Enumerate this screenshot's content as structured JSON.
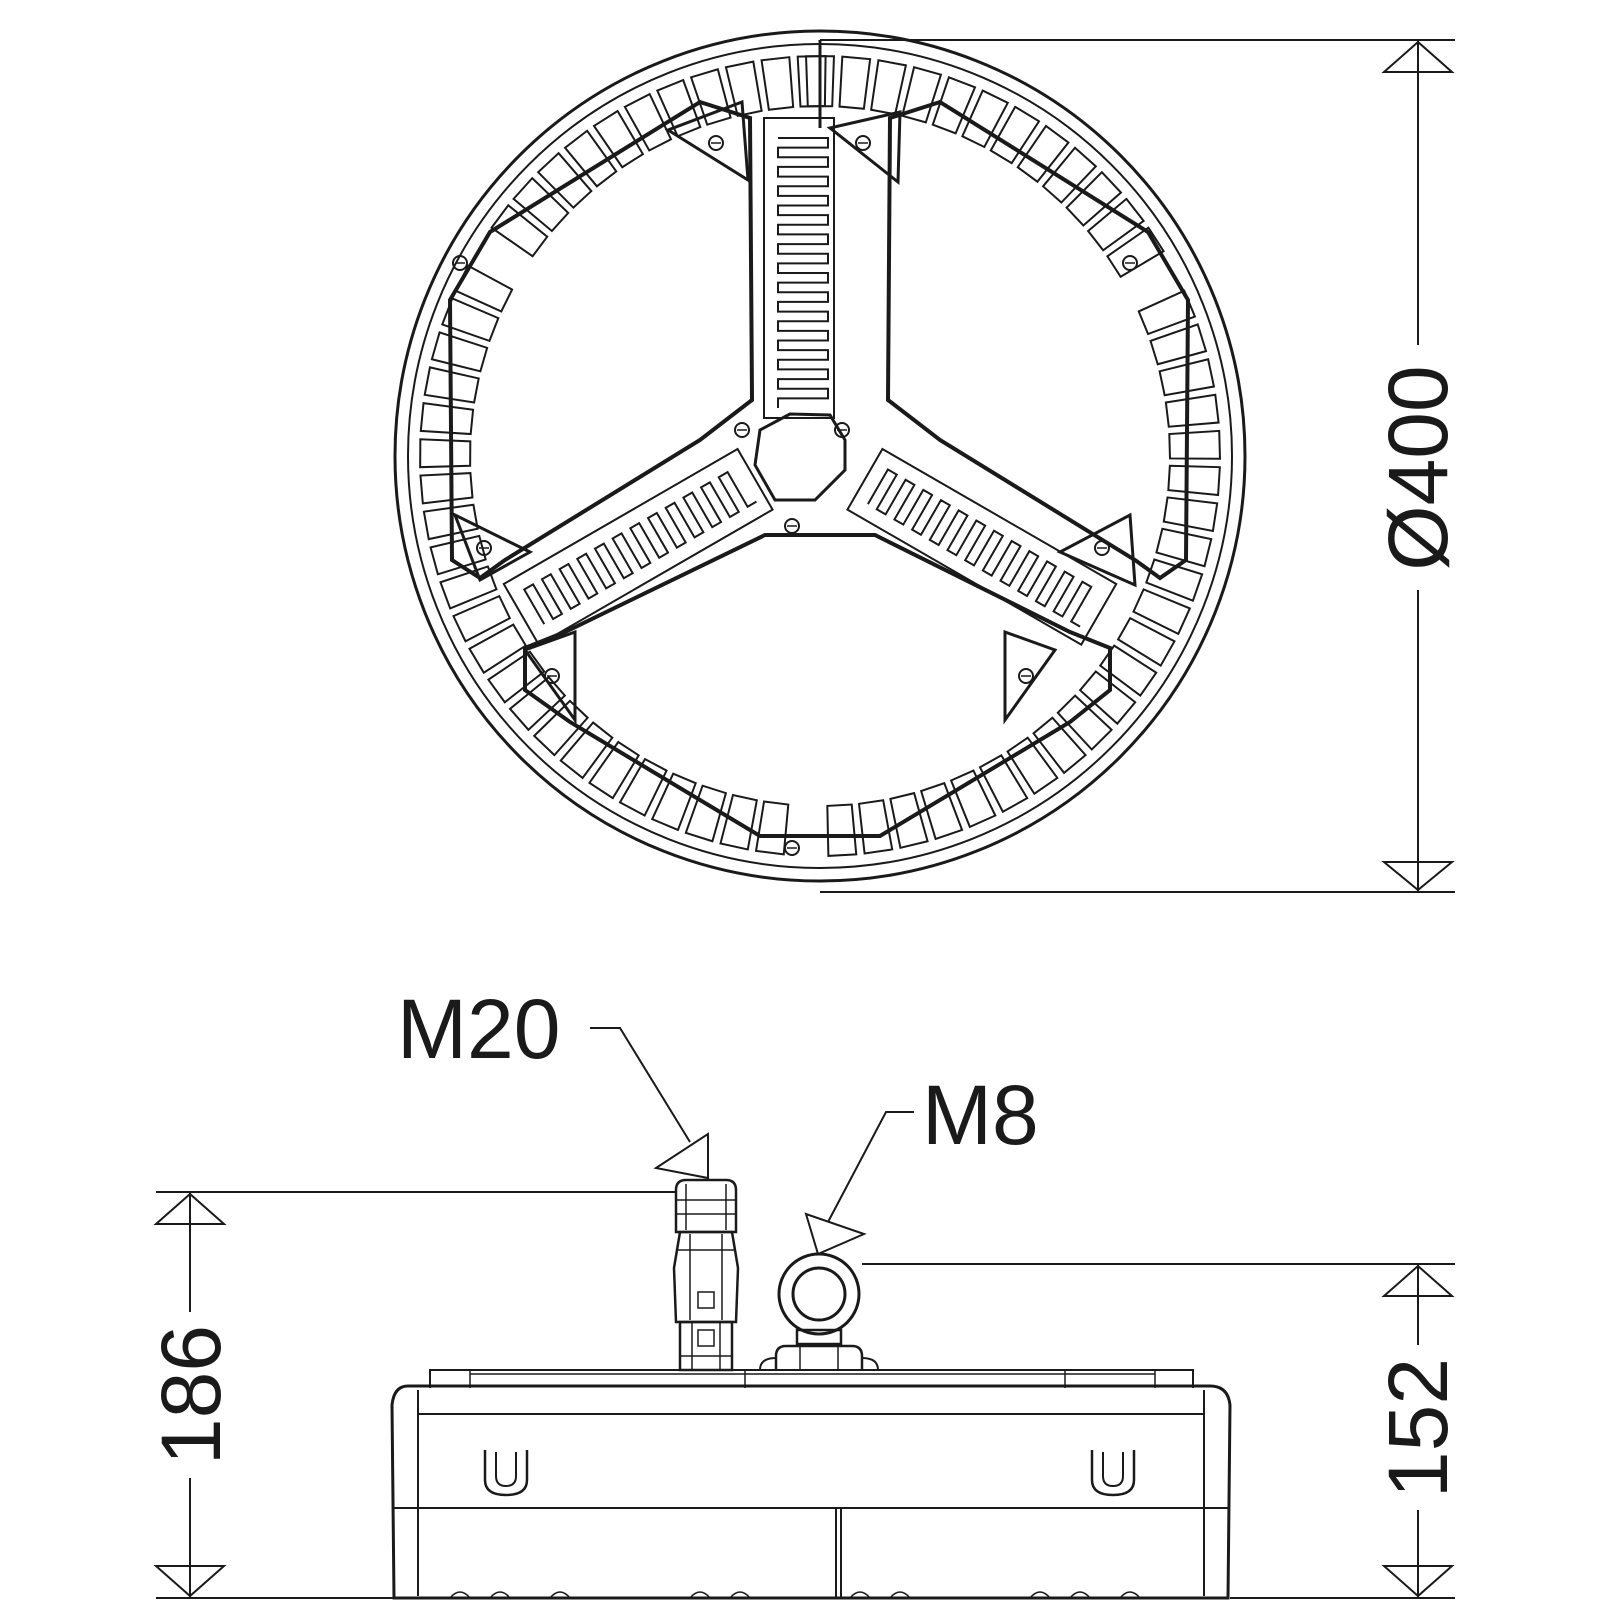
{
  "dimensions": {
    "diameter": "Ø400",
    "height_total": "186",
    "height_eyebolt": "152"
  },
  "callouts": {
    "cable_gland": "M20",
    "eye_bolt": "M8"
  },
  "colors": {
    "line": "#1a1a1a",
    "background": "#ffffff"
  }
}
